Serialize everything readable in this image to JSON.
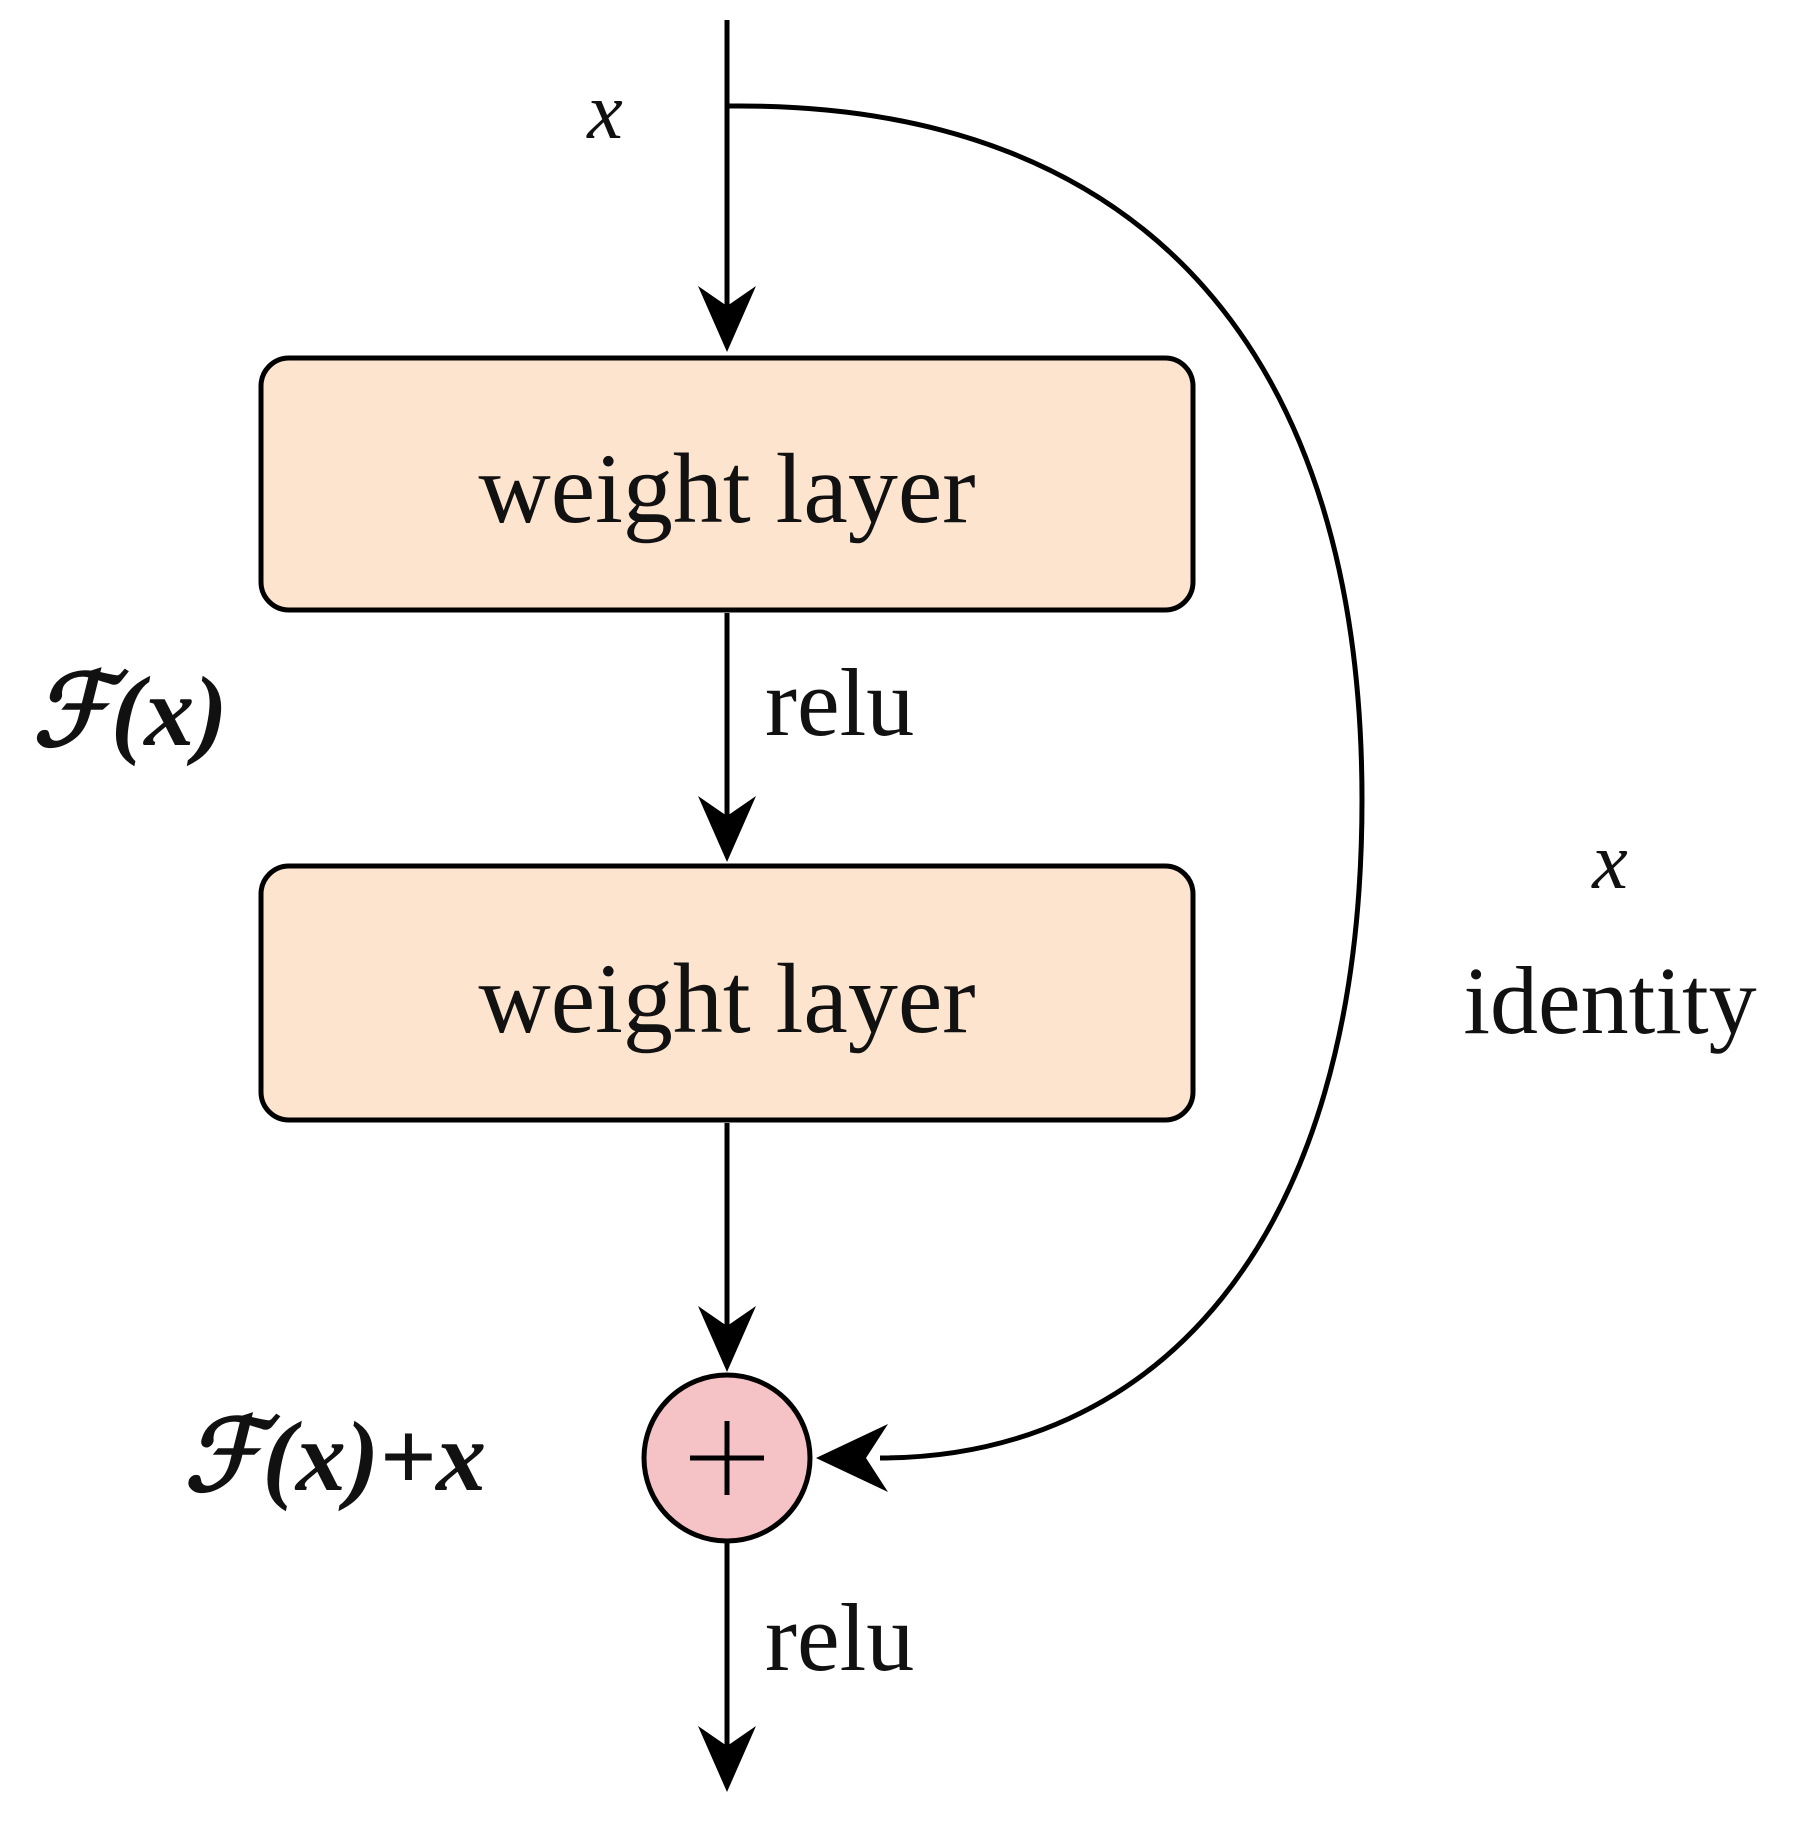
{
  "input_label": "x",
  "layer1": {
    "label": "weight layer"
  },
  "layer2": {
    "label": "weight layer"
  },
  "relu_mid_label": "relu",
  "relu_out_label": "relu",
  "residual_label": {
    "prefix": "ℱ",
    "suffix": "(x)"
  },
  "sum_label": {
    "prefix": "ℱ",
    "suffix": "(x)+x"
  },
  "shortcut_x_label": "x",
  "shortcut_identity_label": "identity",
  "colors": {
    "layer_fill": "#fce4cf",
    "sum_fill": "#f5c2c6",
    "stroke": "#000000"
  }
}
